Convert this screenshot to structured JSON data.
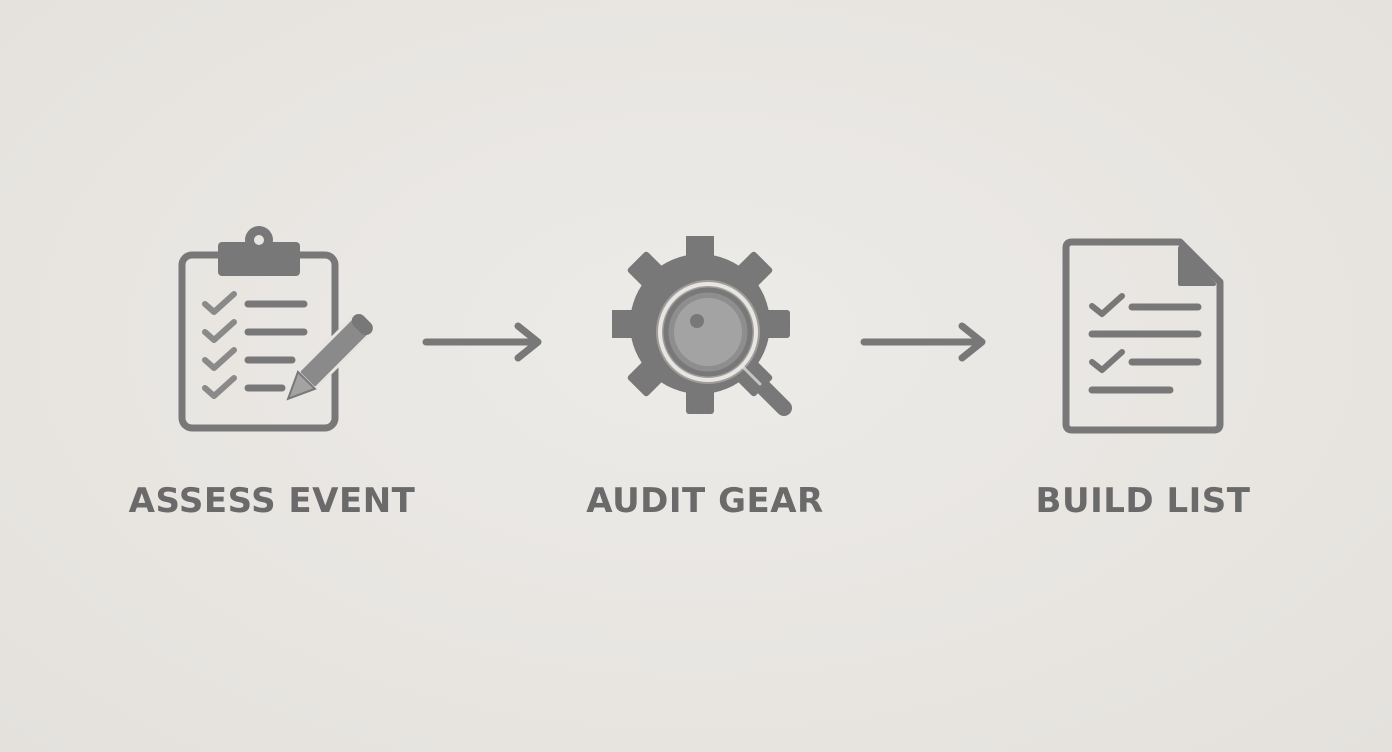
{
  "steps": [
    {
      "label": "ASSESS EVENT",
      "icon": "clipboard-checklist-icon"
    },
    {
      "label": "AUDIT GEAR",
      "icon": "gear-magnifier-icon"
    },
    {
      "label": "BUILD LIST",
      "icon": "document-checklist-icon"
    }
  ],
  "connectors": [
    {
      "icon": "arrow-right-icon"
    },
    {
      "icon": "arrow-right-icon"
    }
  ],
  "colors": {
    "background": "#e9e6e2",
    "icon": "#787878",
    "icon_light": "#a3a3a3",
    "label": "#6a6a6a"
  }
}
